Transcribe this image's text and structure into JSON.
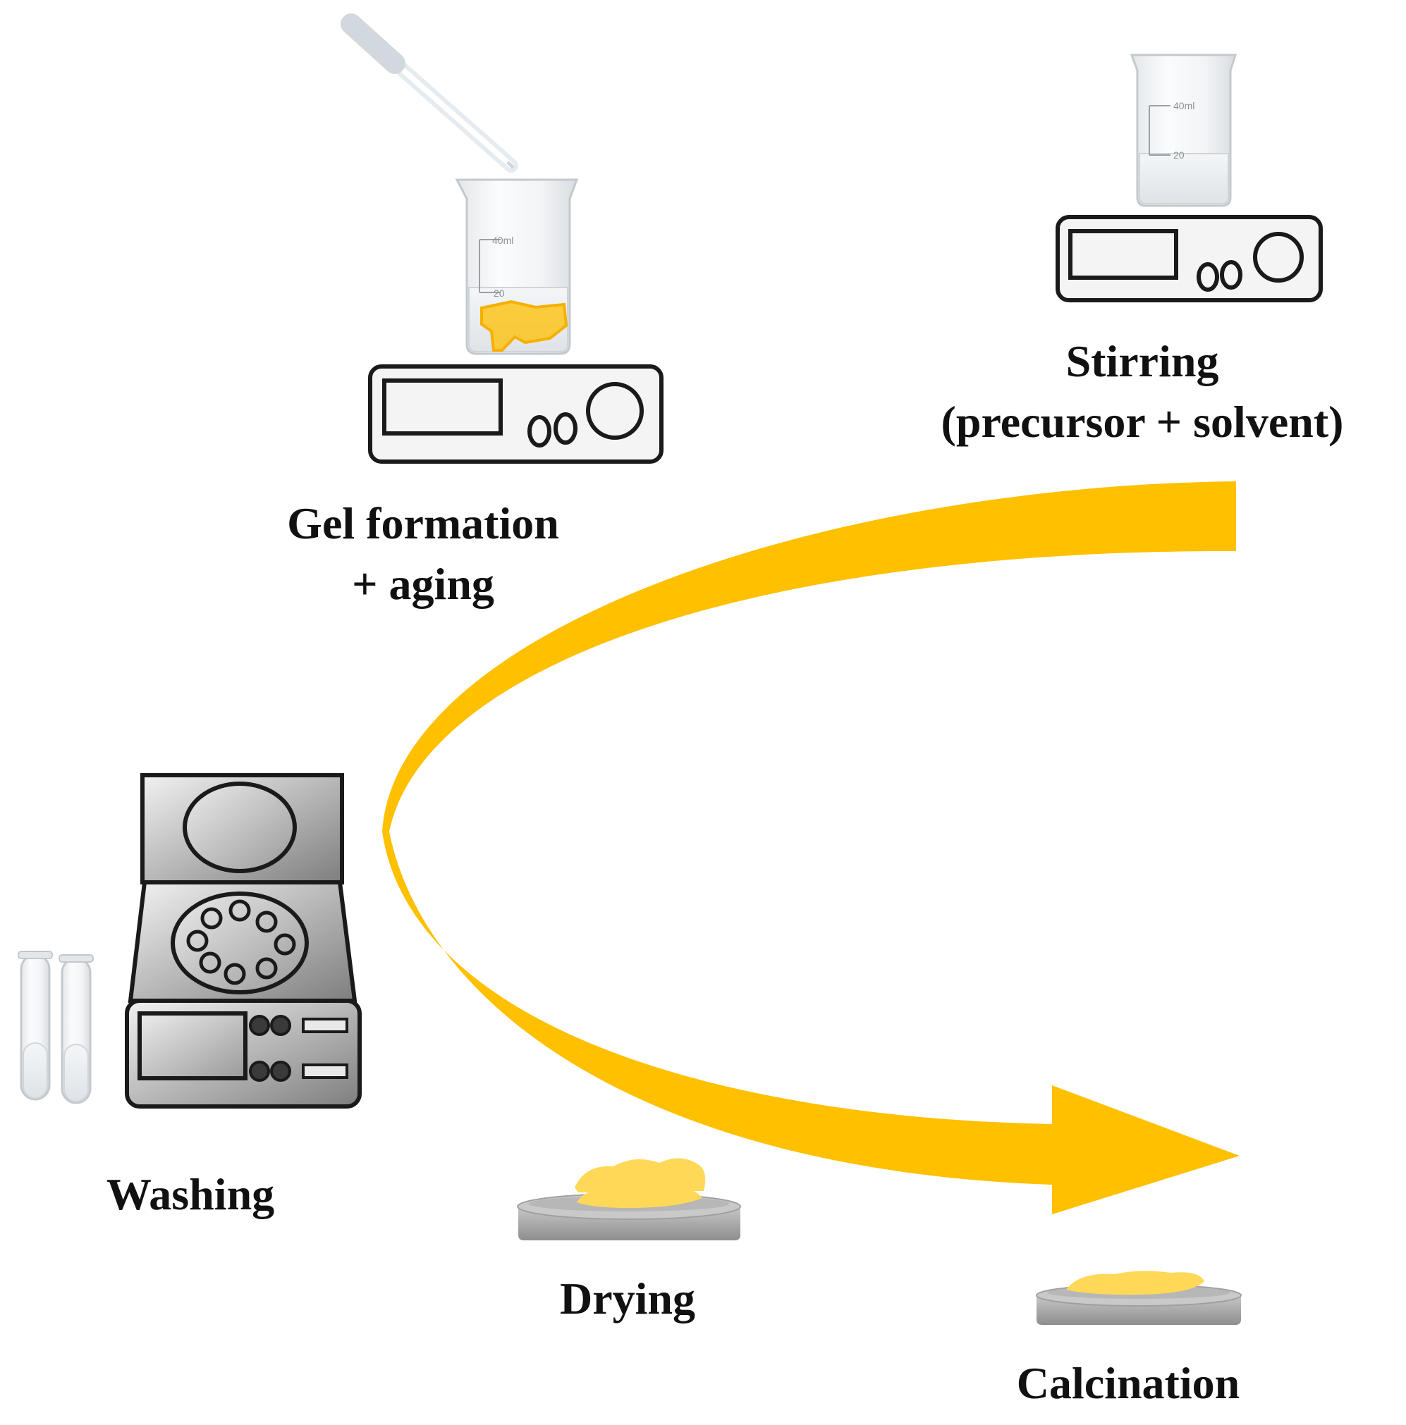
{
  "steps": {
    "stirring": {
      "line1": "Stirring",
      "line2": "(precursor + solvent)"
    },
    "gel": {
      "line1": "Gel formation",
      "line2": "+ aging"
    },
    "washing": {
      "line1": "Washing"
    },
    "drying": {
      "line1": "Drying"
    },
    "calcination": {
      "line1": "Calcination"
    }
  },
  "colors": {
    "arrow": "#FFC000",
    "gel": "#FFC000",
    "powder": "#FFD857",
    "device_outline": "#1a1a1a",
    "centrifuge_body": "#8a8a8a",
    "dish": "#a8a8a8"
  },
  "beaker_marks": {
    "top": "40ml",
    "bottom": "20"
  }
}
